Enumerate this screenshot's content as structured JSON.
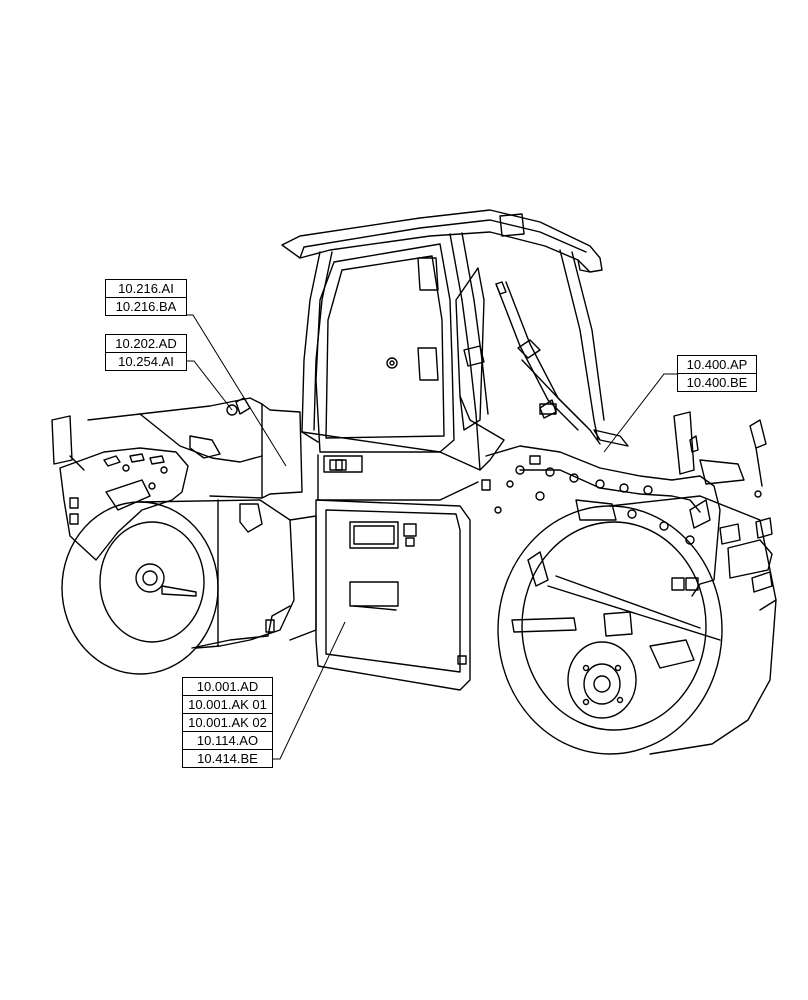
{
  "diagram": {
    "callouts": [
      {
        "id": "a",
        "codes": [
          "10.216.AI",
          "10.216.BA"
        ]
      },
      {
        "id": "b",
        "codes": [
          "10.202.AD",
          "10.254.AI"
        ]
      },
      {
        "id": "c",
        "codes": [
          "10.400.AP",
          "10.400.BE"
        ]
      },
      {
        "id": "d",
        "codes": [
          "10.001.AD",
          "10.001.AK 01",
          "10.001.AK 02",
          "10.114.AO",
          "10.414.BE"
        ]
      }
    ],
    "line_color": "#000000",
    "background": "#ffffff"
  }
}
